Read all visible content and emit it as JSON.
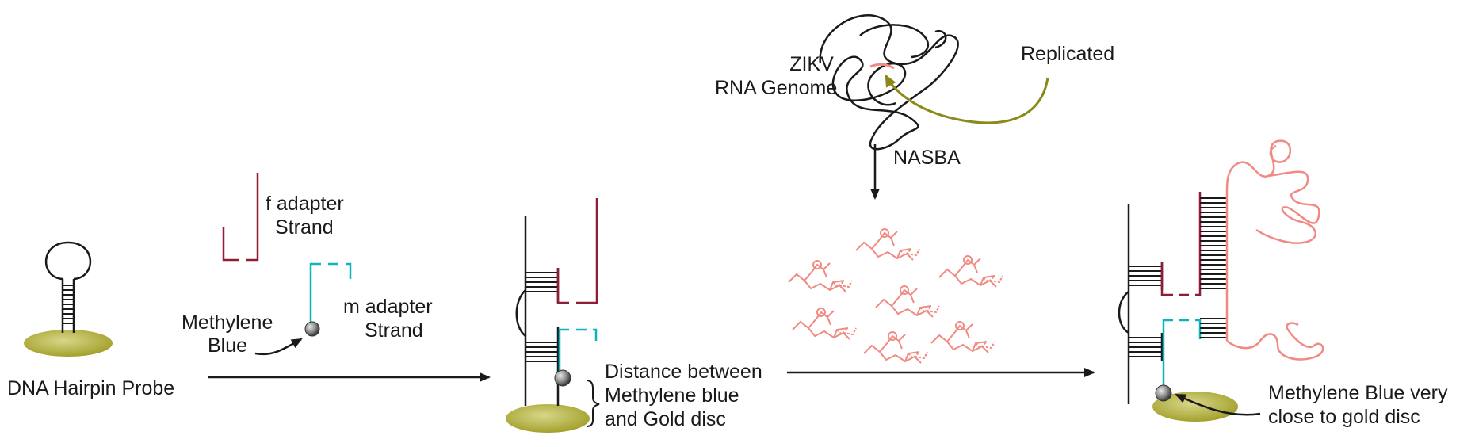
{
  "labels": {
    "dna_hairpin_probe": "DNA Hairpin Probe",
    "methylene_blue_1": "Methylene",
    "methylene_blue_2": "Blue",
    "f_adapter_1": "f adapter",
    "f_adapter_2": "Strand",
    "m_adapter_1": "m adapter",
    "m_adapter_2": "Strand",
    "zikv_1": "ZIKV",
    "zikv_2": "RNA Genome",
    "replicated": "Replicated",
    "nasba": "NASBA",
    "distance_1": "Distance between",
    "distance_2": "Methylene blue",
    "distance_3": "and Gold disc",
    "mb_close_1": "Methylene Blue very",
    "mb_close_2": "close to gold disc"
  },
  "colors": {
    "gold_disc": "#a3a12c",
    "gold_disc_light": "#d8d78a",
    "f_adapter": "#8f1d36",
    "m_adapter": "#0fb3bd",
    "amplicon": "#f08a82",
    "replication_arrow": "#8a8a1a",
    "ink": "#1a1a1a"
  }
}
